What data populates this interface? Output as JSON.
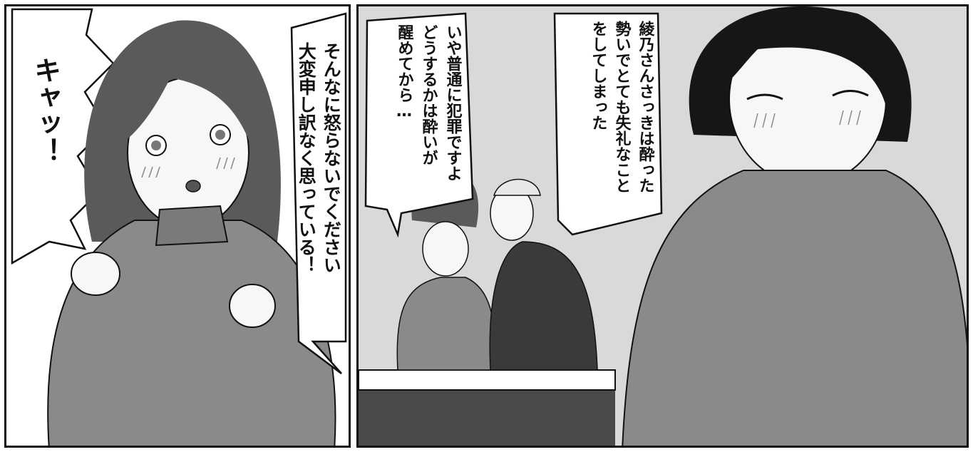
{
  "panels": [
    {
      "id": "left",
      "bubbles": {
        "shout": "キャッ！",
        "apology": [
          "そんなに怒らないでください",
          "大変申し訳なく思っている！"
        ]
      }
    },
    {
      "id": "right",
      "bubbles": {
        "man": [
          "綾乃さんさっきは酔った",
          "勢いでとても失礼なこと",
          "をしてしまった"
        ],
        "woman": [
          "いや普通に犯罪ですよ",
          "どうするかは酔いが",
          "醒めてから…"
        ]
      }
    }
  ],
  "colors": {
    "ink": "#111111",
    "panel_bg": "#d9d9d9",
    "sweater": "#8a8a8a",
    "dark_sweater": "#3a3a3a",
    "hair": "#5a5a5a",
    "counter": "#4a4a4a"
  }
}
